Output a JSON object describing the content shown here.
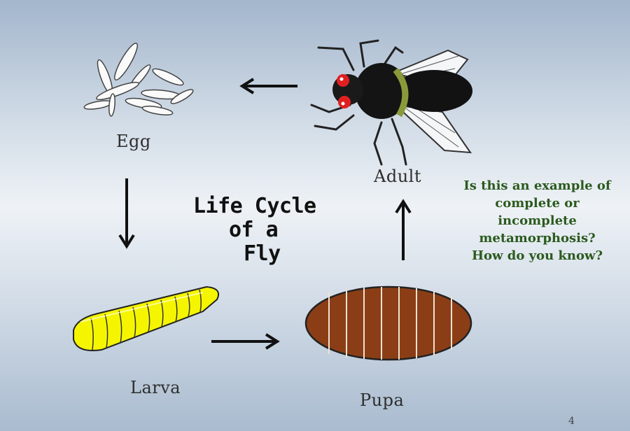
{
  "diagram": {
    "title_lines": [
      "Life Cycle",
      "of a",
      "Fly"
    ],
    "stages": {
      "egg": "Egg",
      "adult": "Adult",
      "larva": "Larva",
      "pupa": "Pupa"
    },
    "question_lines": [
      "Is this an example of",
      "complete or",
      "incomplete",
      "metamorphosis?",
      "How do you know?"
    ],
    "page_number": "4"
  },
  "colors": {
    "question_text": "#2b5a1e",
    "larva": "#f5f500",
    "pupa": "#8b3e16",
    "fly_body": "#111111",
    "fly_band": "#8a9a3a",
    "fly_eye": "#e02020"
  }
}
